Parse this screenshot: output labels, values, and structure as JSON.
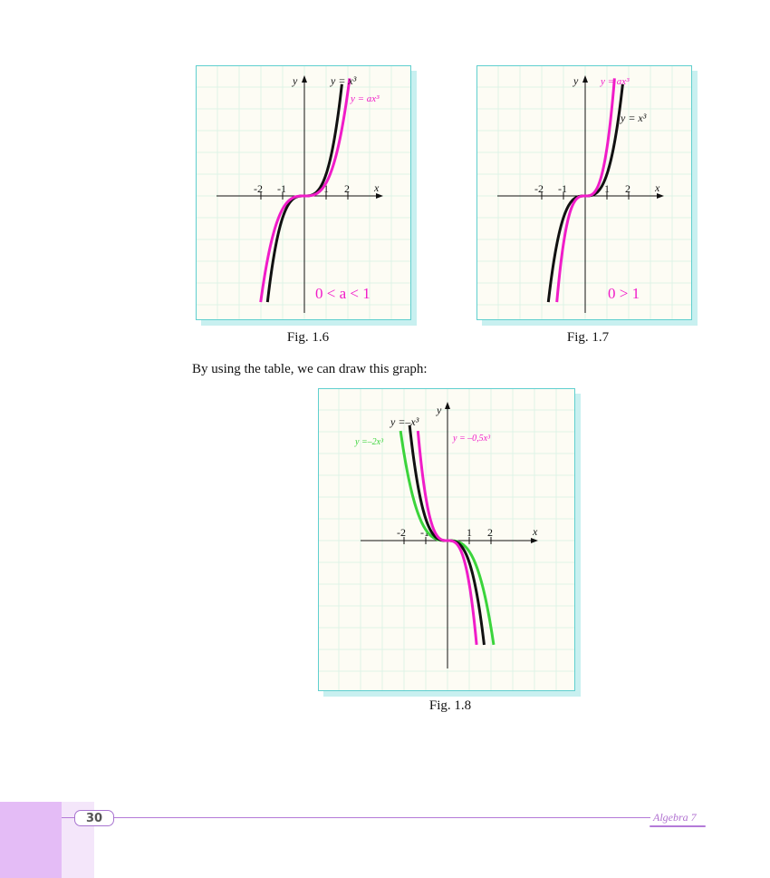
{
  "figures": [
    {
      "caption": "Fig. 1.6",
      "y_label": "y",
      "x_label": "x",
      "ticks": [
        "-2",
        "-1",
        "1",
        "2"
      ],
      "annotation": "0 < a < 1",
      "curve_labels": [
        "y = x³",
        "y = ax³"
      ]
    },
    {
      "caption": "Fig. 1.7",
      "y_label": "y",
      "x_label": "x",
      "ticks": [
        "-2",
        "-1",
        "1",
        "2"
      ],
      "annotation": "0 > 1",
      "curve_labels": [
        "y = ax³",
        "y = x³"
      ]
    },
    {
      "caption": "Fig. 1.8",
      "y_label": "y",
      "x_label": "x",
      "ticks": [
        "-2",
        "-1",
        "1",
        "2"
      ],
      "curve_labels": [
        "y =–x³",
        "y =–2x³",
        "y = –0,5x³"
      ]
    }
  ],
  "body_text": "By using the table, we can draw this graph:",
  "footer": {
    "page_number": "30",
    "title": "Algebra 7"
  },
  "colors": {
    "black_curve": "#111111",
    "magenta_curve": "#f01cc8",
    "green_curve": "#3bd43b",
    "frame": "#5fcfcf",
    "shadow": "#c8f0f0"
  }
}
